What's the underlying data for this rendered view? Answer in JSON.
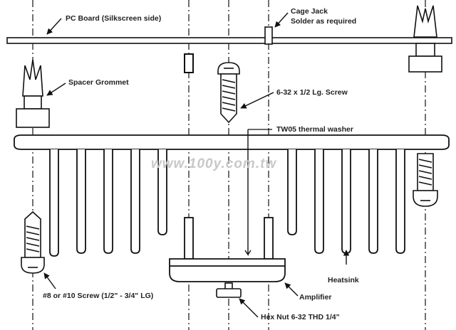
{
  "labels": {
    "pc_board": "PC Board (Silkscreen side)",
    "cage_jack": "Cage Jack",
    "solder_note": "Solder as required",
    "spacer_grommet": "Spacer Grommet",
    "screw_632": "6-32 x 1/2 Lg. Screw",
    "thermal_washer": "TW05 thermal washer",
    "heatsink": "Heatsink",
    "screw_8_10": "#8 or #10 Screw (1/2\" - 3/4\" LG)",
    "amplifier": "Amplifier",
    "hex_nut": "Hex Nut 6-32 THD 1/4\""
  },
  "watermark": "www.100y.com.tw",
  "colors": {
    "line": "#111111",
    "text": "#222222",
    "watermark": "#c8c8c8",
    "background": "#ffffff"
  }
}
